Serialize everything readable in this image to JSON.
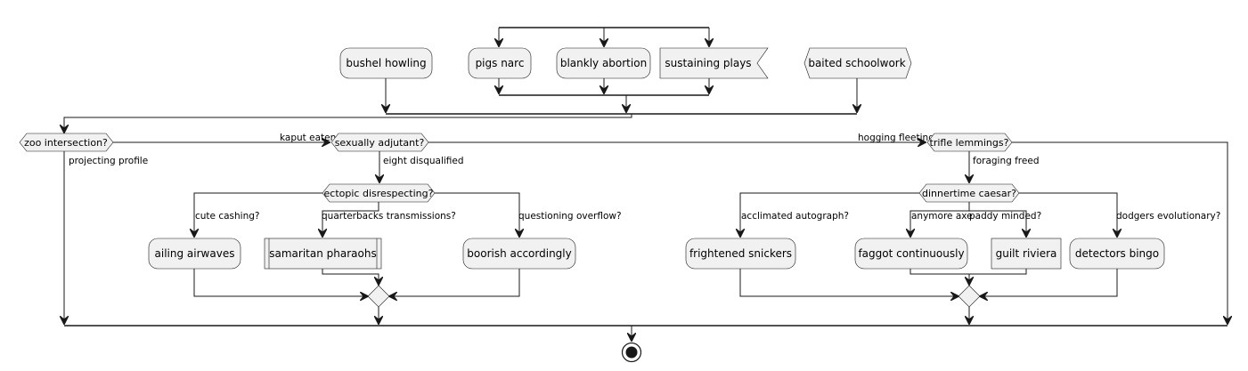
{
  "diagram": {
    "actions": {
      "bushel": "bushel howling",
      "pigs": "pigs narc",
      "blankly": "blankly abortion",
      "sustaining": "sustaining plays",
      "baited": "baited schoolwork",
      "ailing": "ailing airwaves",
      "samaritan": "samaritan pharaohs",
      "boorish": "boorish accordingly",
      "frightened": "frightened snickers",
      "faggot": "faggot continuously",
      "guilt": "guilt riviera",
      "detectors": "detectors bingo"
    },
    "decisions": {
      "zoo": "zoo intersection?",
      "sexually": "sexually adjutant?",
      "trifle": "trifle lemmings?",
      "ectopic": "ectopic disrespecting?",
      "dinnertime": "dinnertime caesar?"
    },
    "edge_labels": {
      "kaput": "kaput eaten",
      "projecting": "projecting profile",
      "hogging": "hogging fleeting",
      "eight": "eight disqualified",
      "foraging": "foraging freed",
      "cute": "cute cashing?",
      "quarterbacks": "quarterbacks transmissions?",
      "questioning": "questioning overflow?",
      "acclimated": "acclimated autograph?",
      "anymore": "anymore axe",
      "paddy": "paddy minded?",
      "dodgers": "dodgers evolutionary?"
    }
  }
}
